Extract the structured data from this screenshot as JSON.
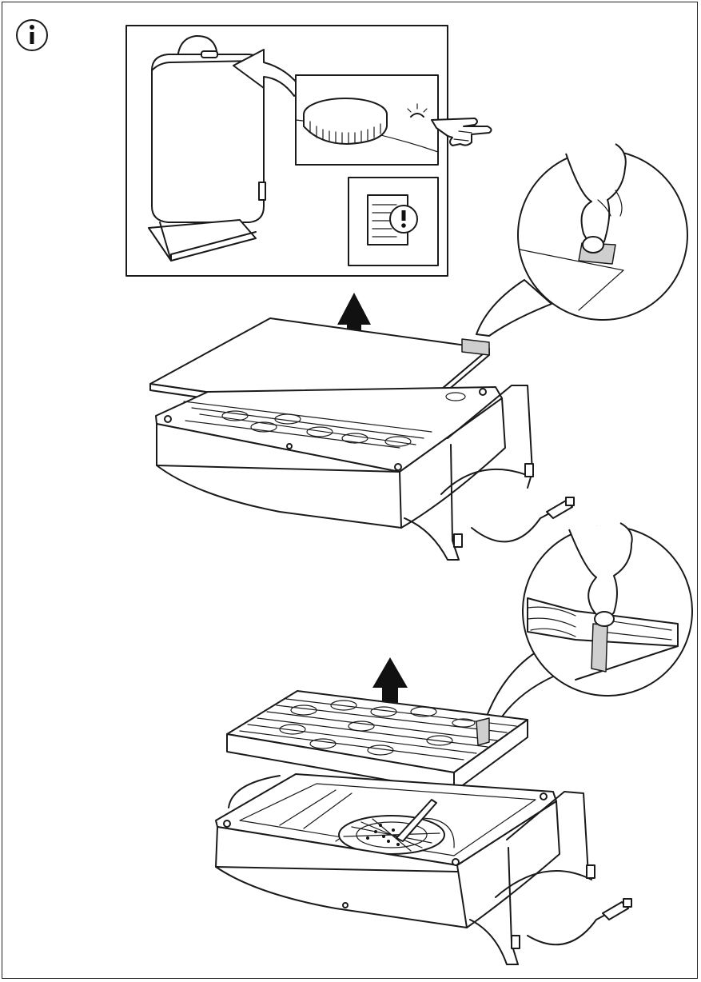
{
  "page": {
    "background": "#ffffff",
    "line_color": "#1a1a1a",
    "tab_color": "#cfcfcf"
  },
  "icons": {
    "info": "info-circle-icon",
    "manual_warning": "manual-warning-icon",
    "lift_arrow": "arrow-up-icon"
  },
  "steps": [
    {
      "name": "press-reset-button",
      "icons": [
        "hand-pointer-icon",
        "indicator-light-icon"
      ]
    },
    {
      "name": "remove-top-cover",
      "icons": [
        "arrow-up-icon",
        "pull-tab-icon"
      ]
    },
    {
      "name": "remove-filter",
      "icons": [
        "arrow-up-icon",
        "pull-tab-icon"
      ]
    }
  ]
}
